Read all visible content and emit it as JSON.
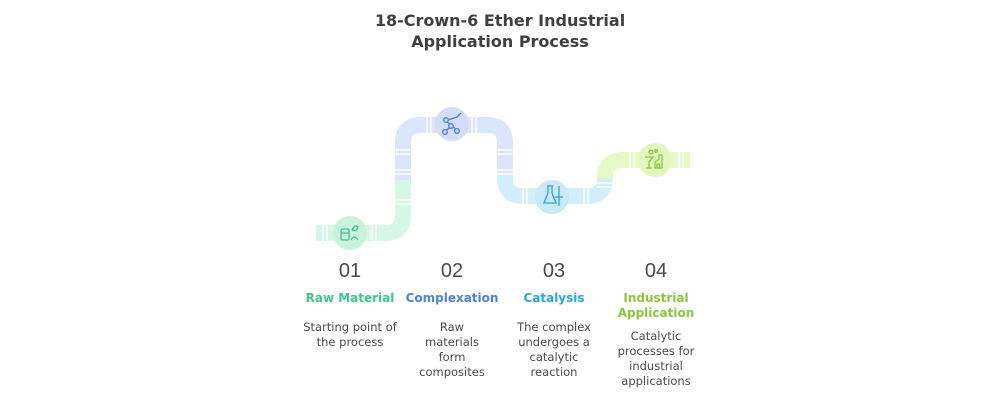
{
  "title": {
    "line1": "18-Crown-6 Ether Industrial",
    "line2": "Application Process"
  },
  "steps": [
    {
      "number": "01",
      "label": "Raw Material",
      "description": "Starting point of the process",
      "color": "#3fc48a",
      "pipe_color": "#d4f7e6",
      "node_color": "#c8f2dc",
      "icon": "raw-materials-icon"
    },
    {
      "number": "02",
      "label": "Complexation",
      "description": "Raw materials form composites",
      "color": "#4f7fe0",
      "pipe_color": "#dbe5fb",
      "node_color": "#d3ddf8",
      "icon": "molecule-network-icon"
    },
    {
      "number": "03",
      "label": "Catalysis",
      "description": "The complex undergoes a catalytic reaction",
      "color": "#2aa6d4",
      "pipe_color": "#d3effb",
      "node_color": "#c9e9f8",
      "icon": "lab-flask-icon"
    },
    {
      "number": "04",
      "label": "Industrial Application",
      "description": "Catalytic processes for industrial applications",
      "color": "#8cc63f",
      "pipe_color": "#e8f9c8",
      "node_color": "#e2f6bf",
      "icon": "factory-icon"
    }
  ]
}
